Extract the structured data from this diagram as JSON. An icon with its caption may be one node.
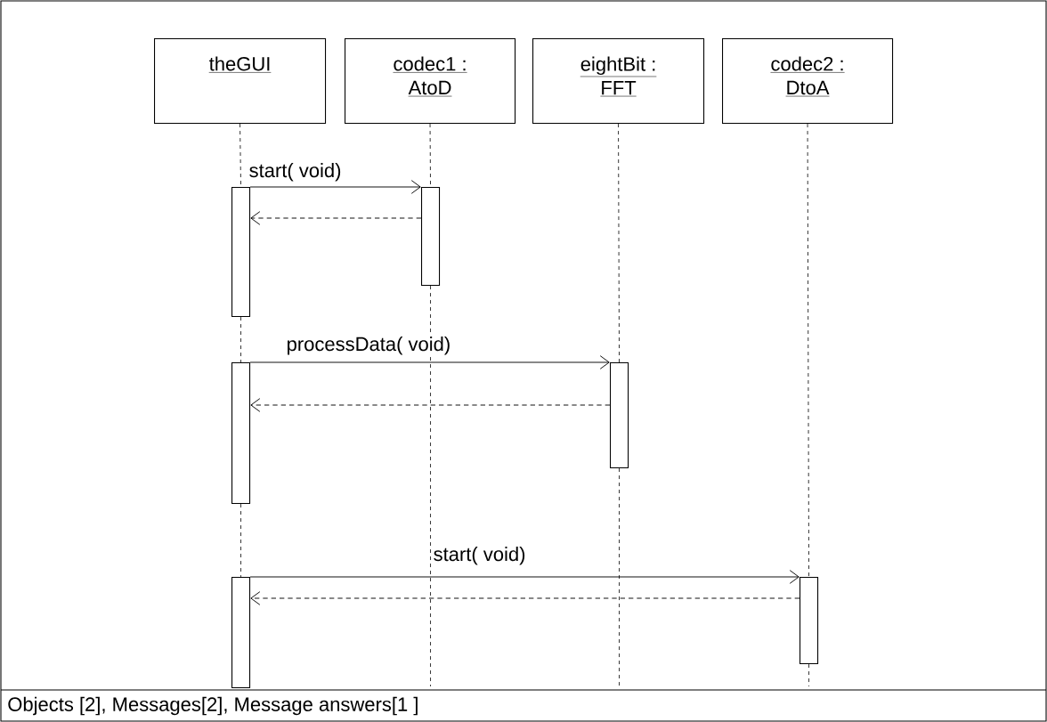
{
  "diagram": {
    "caption": "Objects [2], Messages[2], Message answers[1 ]",
    "nodes": [
      {
        "text": [
          "theGUI"
        ]
      },
      {
        "text": [
          "codec1 : AtoD"
        ]
      },
      {
        "text": [
          "eightBit : FFT"
        ]
      },
      {
        "text": [
          "codec2 : DtoA"
        ]
      },
      {
        "text": [],
        "shape": "bar"
      },
      {
        "text": [],
        "shape": "bar"
      },
      {
        "text": [],
        "shape": "bar"
      },
      {
        "text": [],
        "shape": "bar"
      },
      {
        "text": [],
        "shape": "bar"
      },
      {
        "text": [],
        "shape": "bar"
      }
    ],
    "edges": [
      {
        "from": 4,
        "to": 5,
        "arrow": "to",
        "label": "start( void)"
      },
      {
        "from": 5,
        "to": 4,
        "arrow": "to",
        "style": "dashed"
      },
      {
        "from": 6,
        "to": 7,
        "arrow": "to",
        "label": "processData( void)"
      },
      {
        "from": 7,
        "to": 6,
        "arrow": "to",
        "style": "dashed"
      },
      {
        "from": 8,
        "to": 9,
        "arrow": "to",
        "label": "start( void)"
      },
      {
        "from": 9,
        "to": 8,
        "arrow": "to",
        "style": "dashed"
      },
      {
        "from": 0,
        "to": 4,
        "arrow": "none",
        "style": "dashed"
      },
      {
        "from": 4,
        "to": 6,
        "arrow": "none",
        "style": "dashed"
      },
      {
        "from": 6,
        "to": 8,
        "arrow": "none",
        "style": "dashed"
      },
      {
        "from": 1,
        "to": 5,
        "arrow": "none",
        "style": "dashed"
      },
      {
        "from": 5,
        "to": null,
        "arrow": "none",
        "style": "dashed"
      },
      {
        "from": 2,
        "to": 7,
        "arrow": "none",
        "style": "dashed"
      },
      {
        "from": 7,
        "to": null,
        "arrow": "none",
        "style": "dashed"
      },
      {
        "from": 3,
        "to": 9,
        "arrow": "none",
        "style": "dashed"
      },
      {
        "from": 9,
        "to": null,
        "arrow": "none",
        "style": "dashed"
      }
    ]
  }
}
